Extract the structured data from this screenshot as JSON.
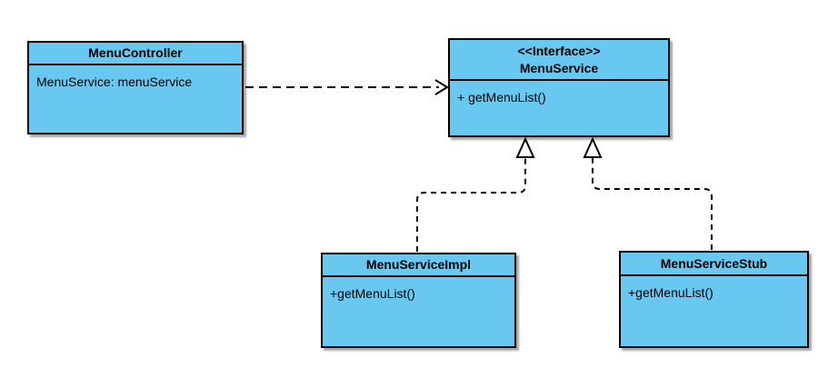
{
  "diagram": {
    "type": "uml-class-diagram",
    "colors": {
      "node_fill": "#69C8F0",
      "node_border": "#000000",
      "connector": "#000000",
      "background": "#FFFFFF",
      "realization_arrowhead_fill": "#FFFFFF"
    },
    "classes": [
      {
        "name": "MenuController",
        "stereotype": "",
        "members": [
          "MenuService: menuService"
        ]
      },
      {
        "name": "MenuService",
        "stereotype": "<<Interface>>",
        "members": [
          "+ getMenuList()"
        ]
      },
      {
        "name": "MenuServiceImpl",
        "stereotype": "",
        "members": [
          "+getMenuList()"
        ]
      },
      {
        "name": "MenuServiceStub",
        "stereotype": "",
        "members": [
          "+getMenuList()"
        ]
      }
    ],
    "relations": [
      {
        "type": "dependency",
        "from": "MenuController",
        "to": "MenuService",
        "line_style": "dashed",
        "arrowhead": "open-arrow"
      },
      {
        "type": "realization",
        "from": "MenuServiceImpl",
        "to": "MenuService",
        "line_style": "dashed",
        "arrowhead": "hollow-triangle"
      },
      {
        "type": "realization",
        "from": "MenuServiceStub",
        "to": "MenuService",
        "line_style": "dashed",
        "arrowhead": "hollow-triangle"
      }
    ]
  }
}
